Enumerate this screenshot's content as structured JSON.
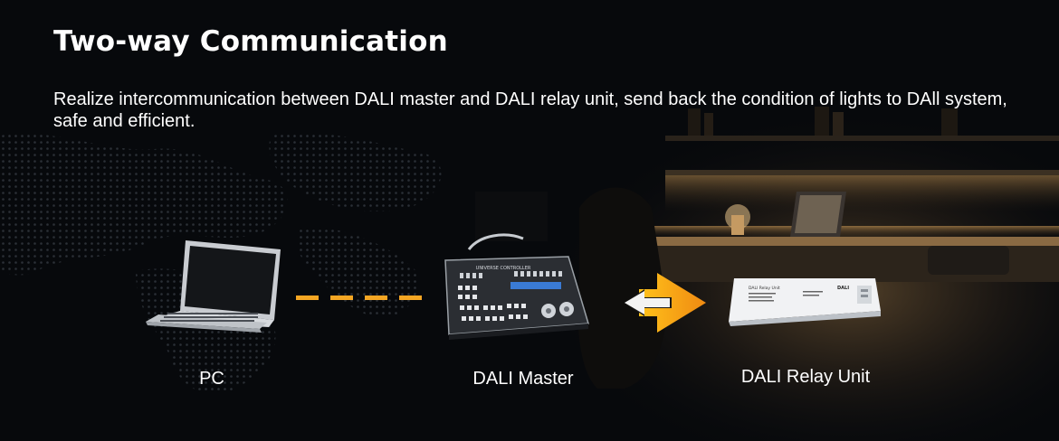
{
  "header": {
    "title": "Two-way Communication",
    "description": "Realize intercommunication between DALI master and DALI relay unit, send back the condition of lights to DAll system, safe and efficient."
  },
  "devices": {
    "pc": {
      "label": "PC"
    },
    "master": {
      "label": "DALI Master",
      "panel_text": "UNIVERSE CONTROLLER"
    },
    "relay": {
      "label": "DALI Relay Unit",
      "product_text": "DALI Relay Unit",
      "logo_text": "DALI"
    }
  },
  "colors": {
    "accent": "#f5a623",
    "background": "#07090c",
    "text": "#ffffff"
  }
}
